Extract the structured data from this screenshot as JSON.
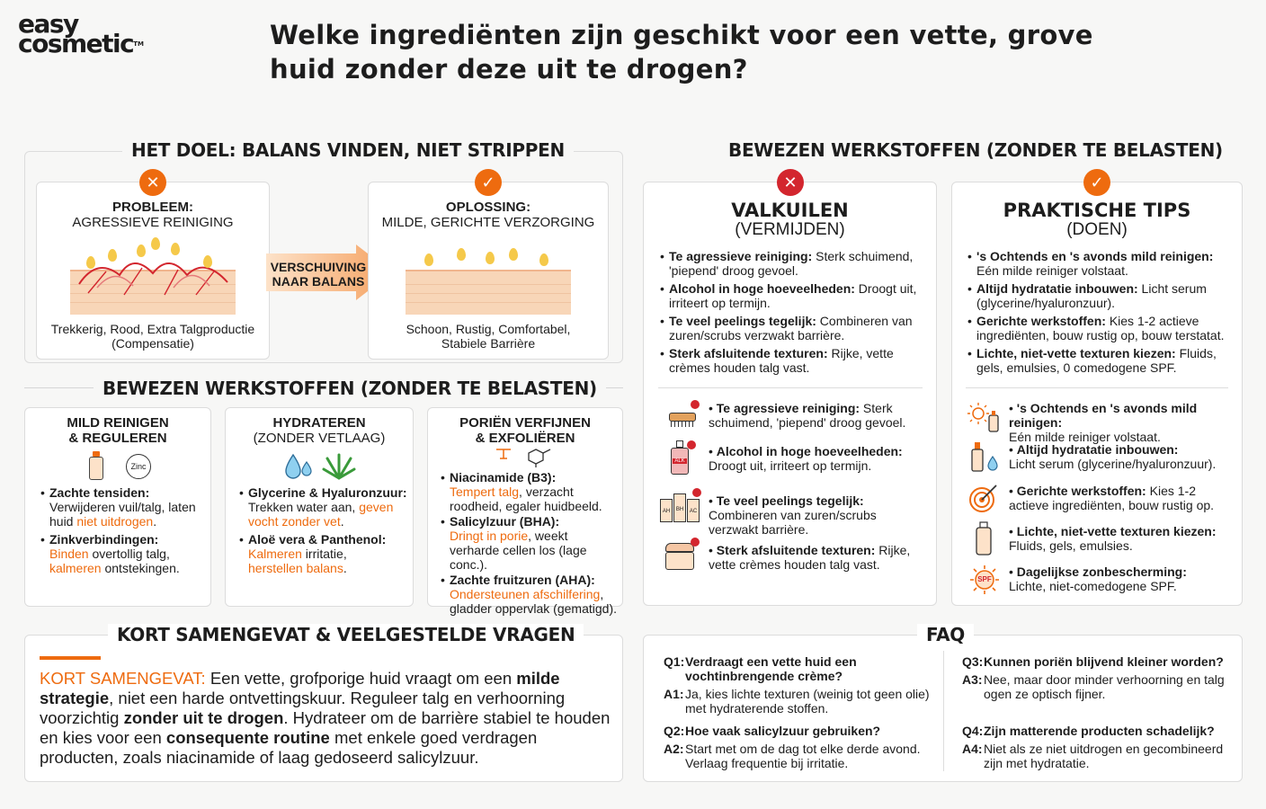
{
  "brand": {
    "line1": "easy",
    "line2": "cosmetic",
    "tm": "TM"
  },
  "title": "Welke ingrediënten zijn geschikt voor een vette, grove huid zonder deze uit te drogen?",
  "goal": {
    "heading": "HET DOEL: BALANS VINDEN, NIET STRIPPEN",
    "problem": {
      "title1": "PROBLEEM:",
      "title2": "AGRESSIEVE REINIGING",
      "caption": "Trekkerig, Rood, Extra Talgproductie (Compensatie)",
      "icon": "x-mark"
    },
    "arrow": {
      "line1": "VERSCHUIVING",
      "line2": "NAAR BALANS"
    },
    "solution": {
      "title1": "OPLOSSING:",
      "title2": "MILDE, GERICHTE VERZORGING",
      "caption": "Schoon, Rustig, Comfortabel, Stabiele Barrière",
      "icon": "check-mark"
    }
  },
  "actives_left": {
    "heading": "BEWEZEN WERKSTOFFEN (ZONDER TE BELASTEN)",
    "cards": [
      {
        "title1": "MILD REINIGEN",
        "title2": "& REGULEREN",
        "zinc": "Zinc",
        "items": [
          {
            "label": "Zachte tensiden:",
            "text1": "Verwijderen vuil/talg, laten huid ",
            "hl": "niet uitdrogen",
            "text2": "."
          },
          {
            "label": "Zinkverbindingen:",
            "hl1": "Binden",
            "text1": " overtollig talg,",
            "hl2": "kalmeren",
            "text2": " ontstekingen."
          }
        ]
      },
      {
        "title1": "HYDRATEREN",
        "title2": "(ZONDER VETLAAG)",
        "items": [
          {
            "label": "Glycerine & Hyaluronzuur:",
            "text1": "Trekken water aan, ",
            "hl": "geven vocht zonder vet",
            "text2": "."
          },
          {
            "label": "Aloë vera & Panthenol:",
            "hl1": "Kalmeren",
            "text1": " irritatie,",
            "hl2": "herstellen balans",
            "text2": "."
          }
        ]
      },
      {
        "title1": "PORIËN VERFIJNEN",
        "title2": "& EXFOLIËREN",
        "items": [
          {
            "label": "Niacinamide (B3):",
            "hl": "Tempert talg",
            "text": ", verzacht roodheid, egaler huidbeeld."
          },
          {
            "label": "Salicylzuur (BHA):",
            "hl": "Dringt in porie",
            "text": ", weekt verharde cellen los (lage conc.)."
          },
          {
            "label": "Zachte fruitzuren (AHA):",
            "hl": "Ondersteunen afschilfering",
            "text": ", gladder oppervlak (gematigd)."
          }
        ]
      }
    ]
  },
  "actives_right": {
    "heading": "BEWEZEN WERKSTOFFEN (ZONDER TE BELASTEN)",
    "pitfalls": {
      "title": "VALKUILEN",
      "subtitle": "(VERMIJDEN)",
      "items": [
        {
          "label": "Te agressieve reiniging:",
          "text": " Sterk schuimend, 'piepend' droog gevoel."
        },
        {
          "label": "Alcohol in hoge hoeveelheden:",
          "text": " Droogt uit, irriteert op termijn."
        },
        {
          "label": "Te veel peelings tegelijk:",
          "text": " Combineren van zuren/scrubs verzwakt barrière."
        },
        {
          "label": "Sterk afsluitende texturen:",
          "text": " Rijke, vette crèmes houden talg vast."
        }
      ],
      "icon_items": [
        {
          "icon": "brush-icon",
          "label": "Te agressieve reiniging:",
          "text": " Sterk schuimend, 'piepend' droog gevoel."
        },
        {
          "icon": "bottle-icon",
          "label": "Alcohol in hoge hoeveelheden:",
          "text": " Droogt uit, irriteert op termijn."
        },
        {
          "icon": "bottles-icon",
          "label": "Te veel peelings tegelijk:",
          "text": " Combineren van zuren/scrubs verzwakt barrière."
        },
        {
          "icon": "jar-icon",
          "label": "Sterk afsluitende texturen:",
          "text": " Rijke, vette crèmes houden talg vast."
        }
      ],
      "bottle_label": "ALK",
      "bottles_labels": [
        "AH",
        "BH",
        "AC"
      ]
    },
    "tips": {
      "title": "PRAKTISCHE TIPS",
      "subtitle": "(DOEN)",
      "items": [
        {
          "label": "'s Ochtends en 's avonds mild reinigen:",
          "text": " Eén milde reiniger volstaat."
        },
        {
          "label": "Altijd hydratatie inbouwen:",
          "text": " Licht serum (glycerine/hyaluronzuur)."
        },
        {
          "label": "Gerichte werkstoffen:",
          "text": " Kies 1-2 actieve ingrediënten, bouw rustig op, bouw terstatat."
        },
        {
          "label": "Lichte, niet-vette texturen kiezen:",
          "text": " Fluids, gels, emulsies, 0 comedogene SPF."
        }
      ],
      "icon_items": [
        {
          "icon": "sun-bottle-icon",
          "label": "'s Ochtends en 's avonds mild reinigen:",
          "text": "Eén milde reiniger volstaat."
        },
        {
          "icon": "serum-icon",
          "label": "Altijd hydratatie inbouwen:",
          "text": "Licht serum (glycerine/hyaluronzuur)."
        },
        {
          "icon": "target-icon",
          "label": "Gerichte werkstoffen:",
          "text": "Kies 1-2 actieve ingrediënten, bouw rustig op."
        },
        {
          "icon": "fluid-bottle-icon",
          "label": "Lichte, niet-vette texturen kiezen:",
          "text": "Fluids, gels, emulsies."
        },
        {
          "icon": "spf-sun-icon",
          "label": "Dagelijkse zonbescherming:",
          "text": "Lichte, niet-comedogene SPF."
        }
      ],
      "spf": "SPF"
    }
  },
  "summary": {
    "heading": "KORT SAMENGEVAT & VEELGESTELDE VRAGEN",
    "lead": "KORT SAMENGEVAT:",
    "t1": " Een vette, grofporige huid vraagt om een ",
    "b1": "milde strategie",
    "t2": ", niet een harde ontvettingskuur. Reguleer talg en verhoorning voorzichtig ",
    "b2": "zonder uit te drogen",
    "t3": ". Hydrateer om de barrière stabiel te houden en kies voor een ",
    "b3": "consequente routine",
    "t4": " met enkele goed verdragen producten, zoals niacinamide of laag gedoseerd salicylzuur."
  },
  "faq": {
    "heading": "FAQ",
    "items": [
      {
        "q": "Q1:",
        "qt": "Verdraagt een vette huid een vochtinbrengende crème?",
        "a": "A1:",
        "at": "Ja, kies lichte texturen (weinig tot geen olie) met hydraterende stoffen."
      },
      {
        "q": "Q2:",
        "qt": "Hoe vaak salicylzuur gebruiken?",
        "a": "A2:",
        "at": "Start met om de dag tot elke derde avond. Verlaag frequentie bij irritatie."
      },
      {
        "q": "Q3:",
        "qt": "Kunnen poriën blijvend kleiner worden?",
        "a": "A3:",
        "at": "Nee, maar door minder verhoorning en talg ogen ze optisch fijner."
      },
      {
        "q": "Q4:",
        "qt": "Zijn matterende producten schadelijk?",
        "a": "A4:",
        "at": "Niet als ze niet uitdrogen en gecombineerd zijn met hydratatie."
      }
    ]
  },
  "colors": {
    "accent": "#ee6b0f",
    "danger": "#d3262e"
  }
}
